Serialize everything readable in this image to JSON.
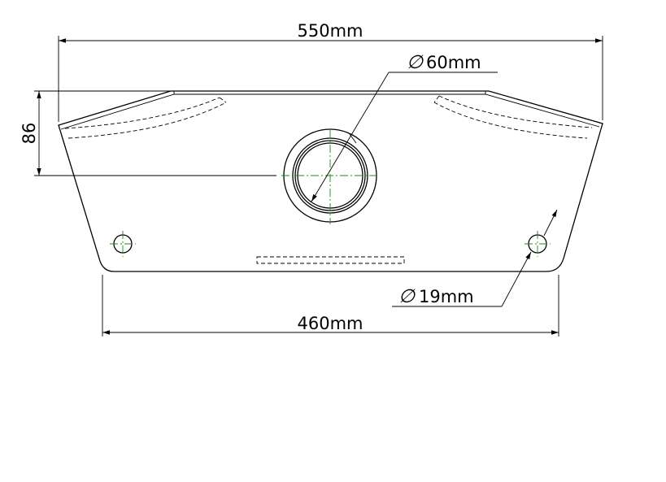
{
  "dimensions": {
    "overall_width": "550mm",
    "bottom_width": "460mm",
    "height": "86",
    "center_hole": "60mm",
    "mount_hole": "19mm",
    "diameter_symbol": "∅"
  }
}
